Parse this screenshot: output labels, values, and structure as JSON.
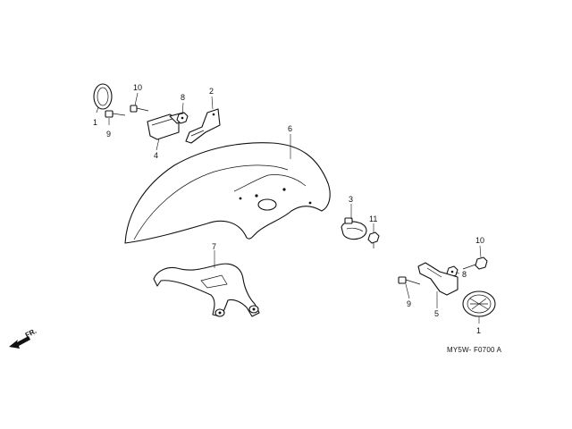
{
  "diagram": {
    "callouts": [
      "1",
      "9",
      "10",
      "4",
      "8",
      "2",
      "6",
      "3",
      "11",
      "7",
      "10",
      "8",
      "9",
      "5",
      "1"
    ],
    "diagram_code": "MY5W- F0700 A",
    "direction_label": "FR."
  }
}
